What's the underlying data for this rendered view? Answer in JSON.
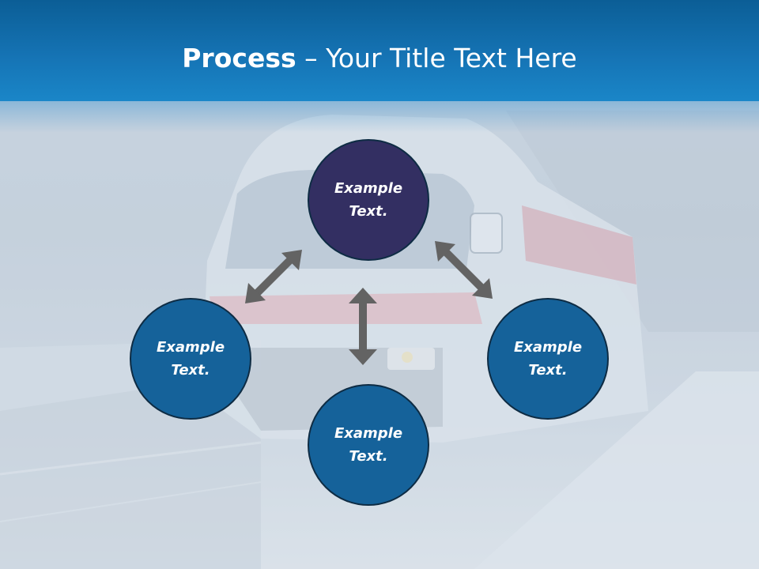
{
  "slide": {
    "title_bold": "Process",
    "title_rest": " – Your Title Text Here"
  },
  "nodes": [
    {
      "id": "top",
      "label": "Example\nText.",
      "color": "#332f62"
    },
    {
      "id": "left",
      "label": "Example\nText.",
      "color": "#15629a"
    },
    {
      "id": "right",
      "label": "Example\nText.",
      "color": "#15629a"
    },
    {
      "id": "bottom",
      "label": "Example\nText.",
      "color": "#15629a"
    }
  ],
  "colors": {
    "header": "#1573b4",
    "arrow": "#636363",
    "node_border": "#0e2c44"
  },
  "connectors": [
    {
      "from": "top",
      "to": "left",
      "type": "double-arrow"
    },
    {
      "from": "top",
      "to": "right",
      "type": "double-arrow"
    },
    {
      "from": "top",
      "to": "bottom",
      "type": "double-arrow"
    }
  ]
}
